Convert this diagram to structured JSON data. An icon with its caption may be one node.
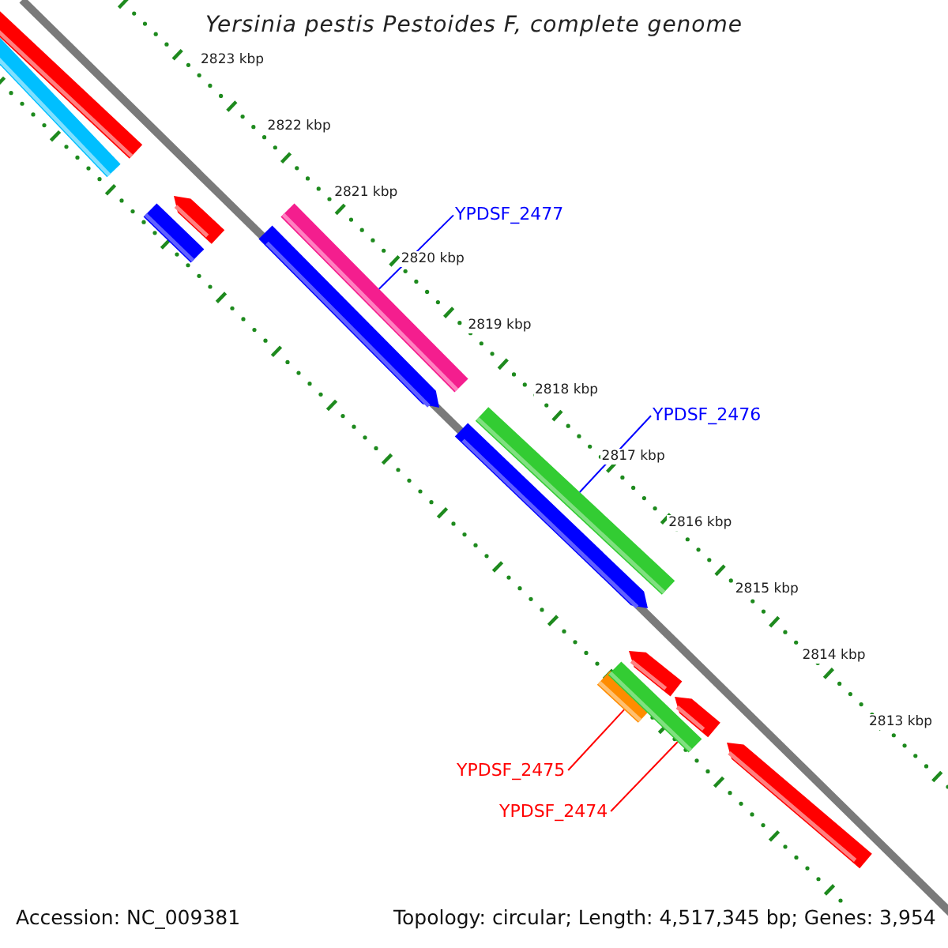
{
  "diagram": {
    "title": "Yersinia pestis Pestoides F, complete genome",
    "nodes": [
      {
        "text": [
          "YPDSF_2477"
        ]
      },
      {
        "text": [],
        "shape": "bar"
      },
      {
        "text": [
          "YPDSF_2476"
        ]
      },
      {
        "text": [],
        "shape": "bar"
      },
      {
        "text": [
          "YPDSF_2475"
        ]
      },
      {
        "text": [],
        "shape": "bar"
      },
      {
        "text": [
          "YPDSF_2474"
        ]
      },
      {
        "text": [],
        "shape": "bar"
      }
    ],
    "edges": [
      {
        "from": 0,
        "to": 1,
        "arrow": "none",
        "color": "#0000ff"
      },
      {
        "from": 2,
        "to": 3,
        "arrow": "none",
        "color": "#0000ff"
      },
      {
        "from": 4,
        "to": 5,
        "arrow": "none",
        "color": "#ff0000"
      },
      {
        "from": 6,
        "to": 7,
        "arrow": "none",
        "color": "#ff0000"
      }
    ],
    "labels": [
      "2823 kbp",
      "2822 kbp",
      "2821 kbp",
      "2820 kbp",
      "2819 kbp",
      "2818 kbp",
      "2817 kbp",
      "2816 kbp",
      "2815 kbp",
      "2814 kbp",
      "2813 kbp",
      "Accession: NC_009381",
      "Topology: circular; Length: 4,517,345 bp; Genes: 3,954"
    ]
  }
}
